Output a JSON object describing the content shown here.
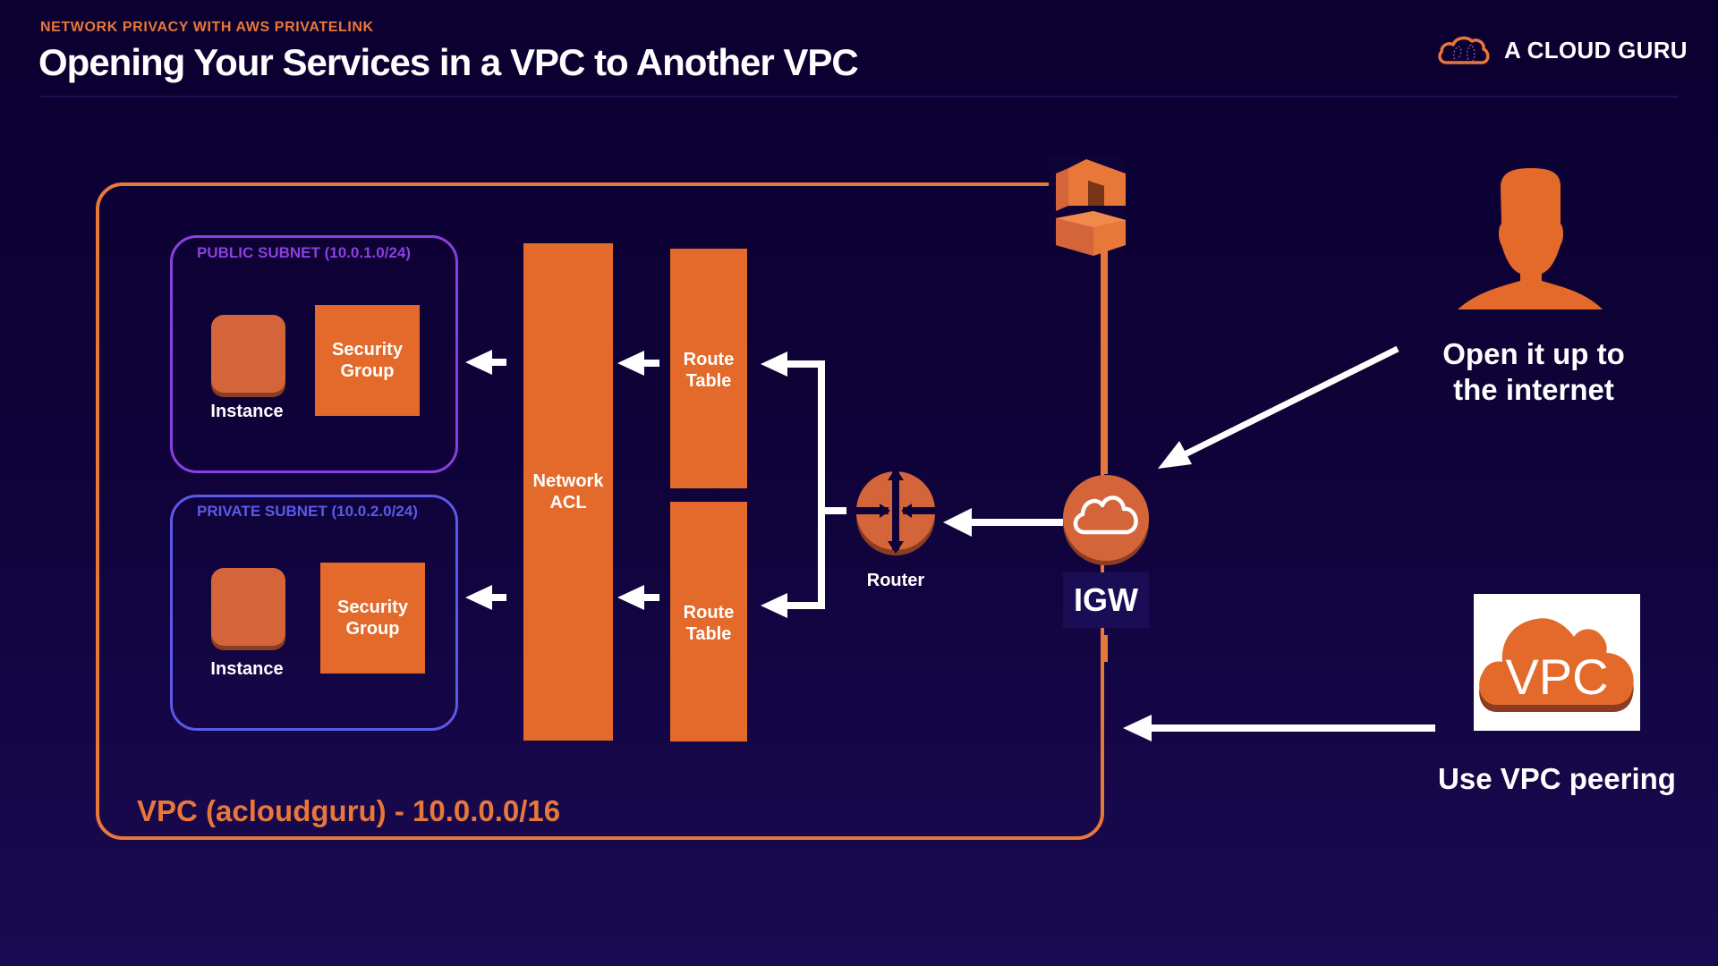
{
  "header": {
    "subtitle": "NETWORK PRIVACY WITH AWS PRIVATELINK",
    "title": "Opening Your Services in a VPC to Another VPC",
    "brand": "A CLOUD GURU"
  },
  "colors": {
    "accent_orange": "#e36a2a",
    "public_subnet": "#8b3fe0",
    "private_subnet": "#5a5ae6",
    "background": "#0e0238"
  },
  "vpc": {
    "label": "VPC (acloudguru) - 10.0.0.0/16",
    "icon": "vpc-endpoint-icon"
  },
  "subnets": [
    {
      "label": "PUBLIC SUBNET (10.0.1.0/24)",
      "instance_label": "Instance",
      "security_group": [
        "Security",
        "Group"
      ]
    },
    {
      "label": "PRIVATE SUBNET (10.0.2.0/24)",
      "instance_label": "Instance",
      "security_group": [
        "Security",
        "Group"
      ]
    }
  ],
  "network_acl": [
    "Network",
    "ACL"
  ],
  "route_tables": [
    [
      "Route",
      "Table"
    ],
    [
      "Route",
      "Table"
    ]
  ],
  "router": {
    "label": "Router",
    "icon": "router-icon"
  },
  "igw": {
    "label": "IGW",
    "icon": "internet-gateway-cloud-icon"
  },
  "options": [
    {
      "icon": "user-silhouette-icon",
      "caption_lines": [
        "Open it up to",
        "the internet"
      ]
    },
    {
      "icon": "vpc-cloud-icon",
      "icon_text": "VPC",
      "caption": "Use VPC peering"
    }
  ]
}
